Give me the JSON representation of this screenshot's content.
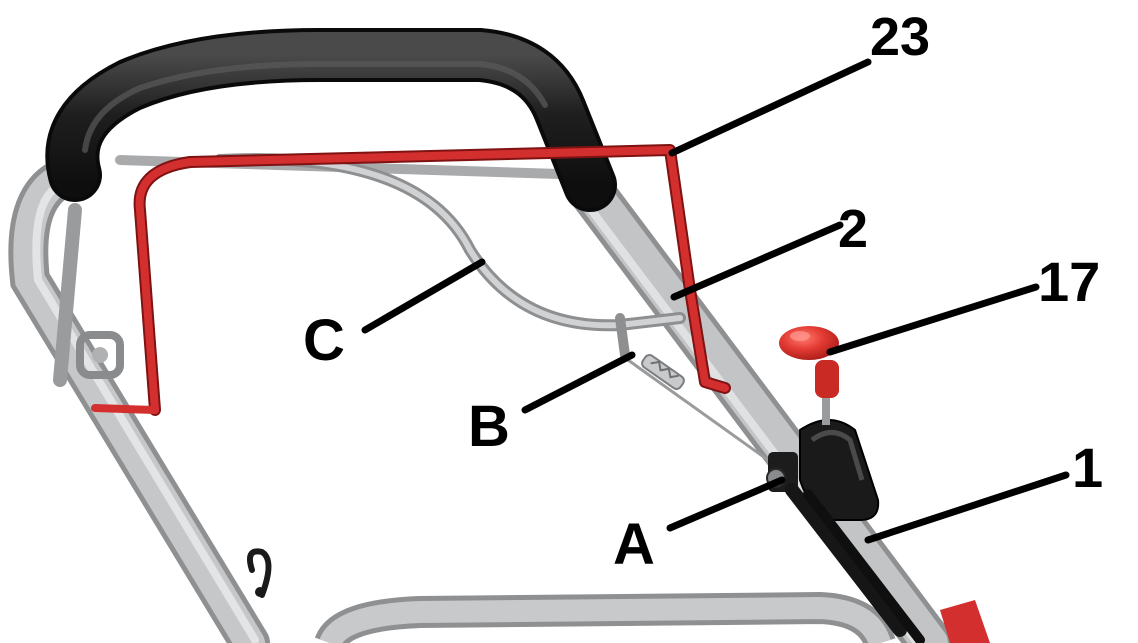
{
  "figure": {
    "subject": "lawn-mower-handle",
    "colors": {
      "frame": "#b9babc",
      "frame_shade": "#8f9092",
      "grip": "#1e1e1e",
      "brake_bar": "#d42f2f",
      "starter_knob": "#e23a32",
      "callout_line": "#000000"
    }
  },
  "callouts": {
    "label_23": "23",
    "label_2": "2",
    "label_17": "17",
    "label_C": "C",
    "label_B": "B",
    "label_1": "1",
    "label_A": "A"
  }
}
